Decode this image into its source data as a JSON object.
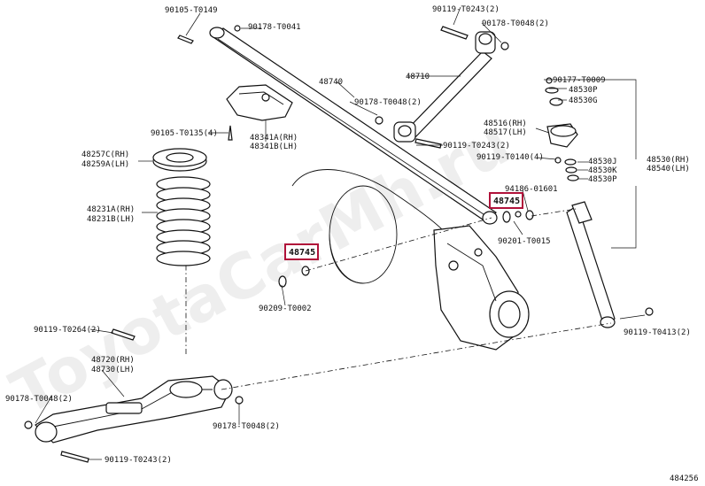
{
  "watermark": "ToyotaCarMh.ru",
  "diagram_number": "484256",
  "highlight_color": "#b0123a",
  "labels": {
    "p_90105_t0149": "90105-T0149",
    "p_90178_t0041": "90178-T0041",
    "p_48740": "48740",
    "p_90119_t0243_top": "90119-T0243(2)",
    "p_90178_t0048_top": "90178-T0048(2)",
    "p_48710": "48710",
    "p_90178_t0048_mid": "90178-T0048(2)",
    "p_90105_t0135": "90105-T0135(4)",
    "p_48341a": "48341A(RH)",
    "p_48341b": "48341B(LH)",
    "p_90119_t0243_mid": "90119-T0243(2)",
    "p_90177_t0009": "90177-T0009",
    "p_48530p_top": "48530P",
    "p_48530g": "48530G",
    "p_48516": "48516(RH)",
    "p_48517": "48517(LH)",
    "p_90119_t0140": "90119-T0140(4)",
    "p_48530j": "48530J",
    "p_48530k": "48530K",
    "p_48530p_bot": "48530P",
    "p_48530": "48530(RH)",
    "p_48540": "48540(LH)",
    "p_48257c": "48257C(RH)",
    "p_48259a": "48259A(LH)",
    "p_94186_01601": "94186-01601",
    "p_48745_right": "48745",
    "p_48231a": "48231A(RH)",
    "p_48231b": "48231B(LH)",
    "p_90201_t0015": "90201-T0015",
    "p_48745_left": "48745",
    "p_90209_t0002": "90209-T0002",
    "p_90119_t0264": "90119-T0264(2)",
    "p_90119_t0413": "90119-T0413(2)",
    "p_48720": "48720(RH)",
    "p_48730": "48730(LH)",
    "p_90178_t0048_left": "90178-T0048(2)",
    "p_90178_t0048_bot": "90178-T0048(2)",
    "p_90119_t0243_bot": "90119-T0243(2)"
  }
}
